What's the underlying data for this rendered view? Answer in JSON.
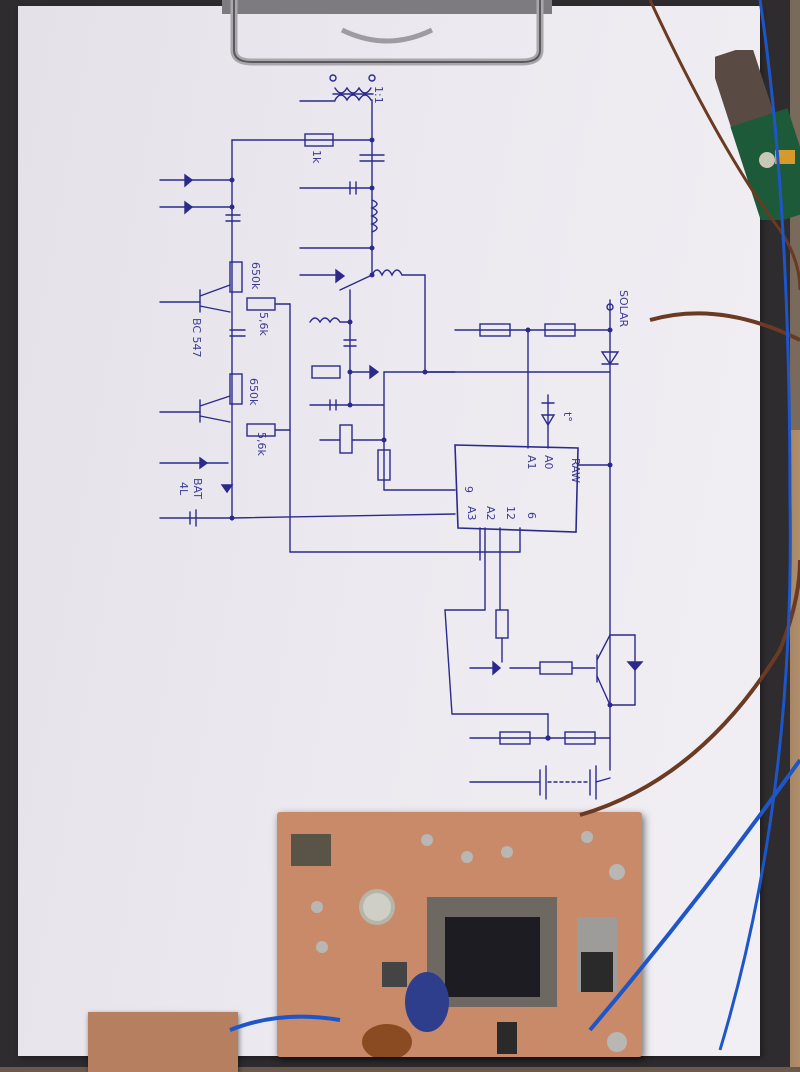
{
  "scene": {
    "description": "Hand-drawn circuit schematic on paper clipped to a clipboard, with assembled PCB",
    "colors": {
      "ink": "#2b2a8c",
      "paper": "#ebe9ef",
      "pcb_copper": "#c98a6a",
      "clipboard": "#2e2c2e",
      "wire_blue": "#1e56c8",
      "wire_brown": "#6a3a22"
    }
  },
  "schematic": {
    "labels": {
      "transformer_ratio": "1:1",
      "resistor_1k": "1k",
      "resistor_650k_a": "650k",
      "resistor_56k_a": "5,6k",
      "transistor": "BC 547",
      "resistor_650k_b": "650k",
      "resistor_56k_b": "5,6k",
      "battery": "BAT",
      "battery_voltage": "4L",
      "solar": "SOLAR",
      "temp_sensor": "t°",
      "mcu_pin_a0": "A0",
      "mcu_pin_a1": "A1",
      "mcu_pin_raw": "RAW",
      "mcu_pin_9": "9",
      "mcu_pin_12": "12",
      "mcu_pin_6": "6",
      "mcu_pin_a2": "A2",
      "mcu_pin_a3": "A3"
    }
  },
  "objects": {
    "clipboard_clip": "metal-clip",
    "usb_module": "usb-charger-module",
    "main_pcb": "assembled-circuit-board",
    "small_pcb": "antenna-board"
  }
}
